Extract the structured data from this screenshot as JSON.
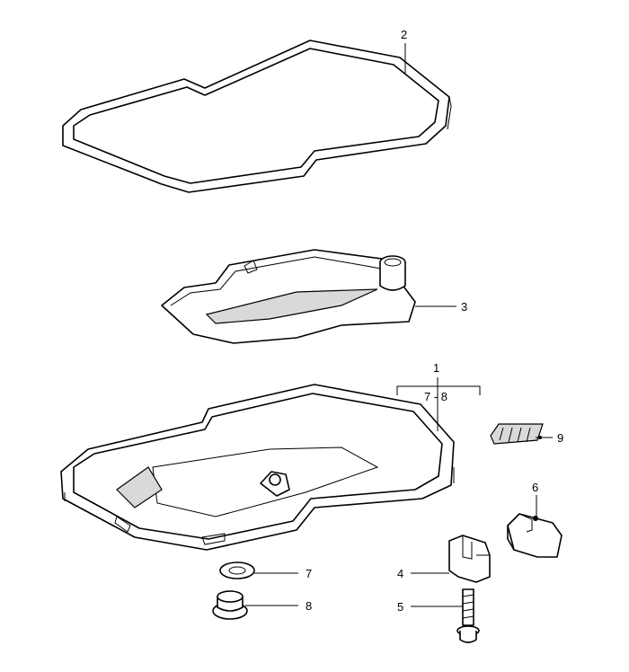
{
  "callouts": {
    "c1": "1",
    "c2": "2",
    "c3": "3",
    "c4": "4",
    "c5": "5",
    "c6": "6",
    "c7": "7",
    "c8": "8",
    "c9": "9",
    "range_7_8": "7 - 8"
  }
}
